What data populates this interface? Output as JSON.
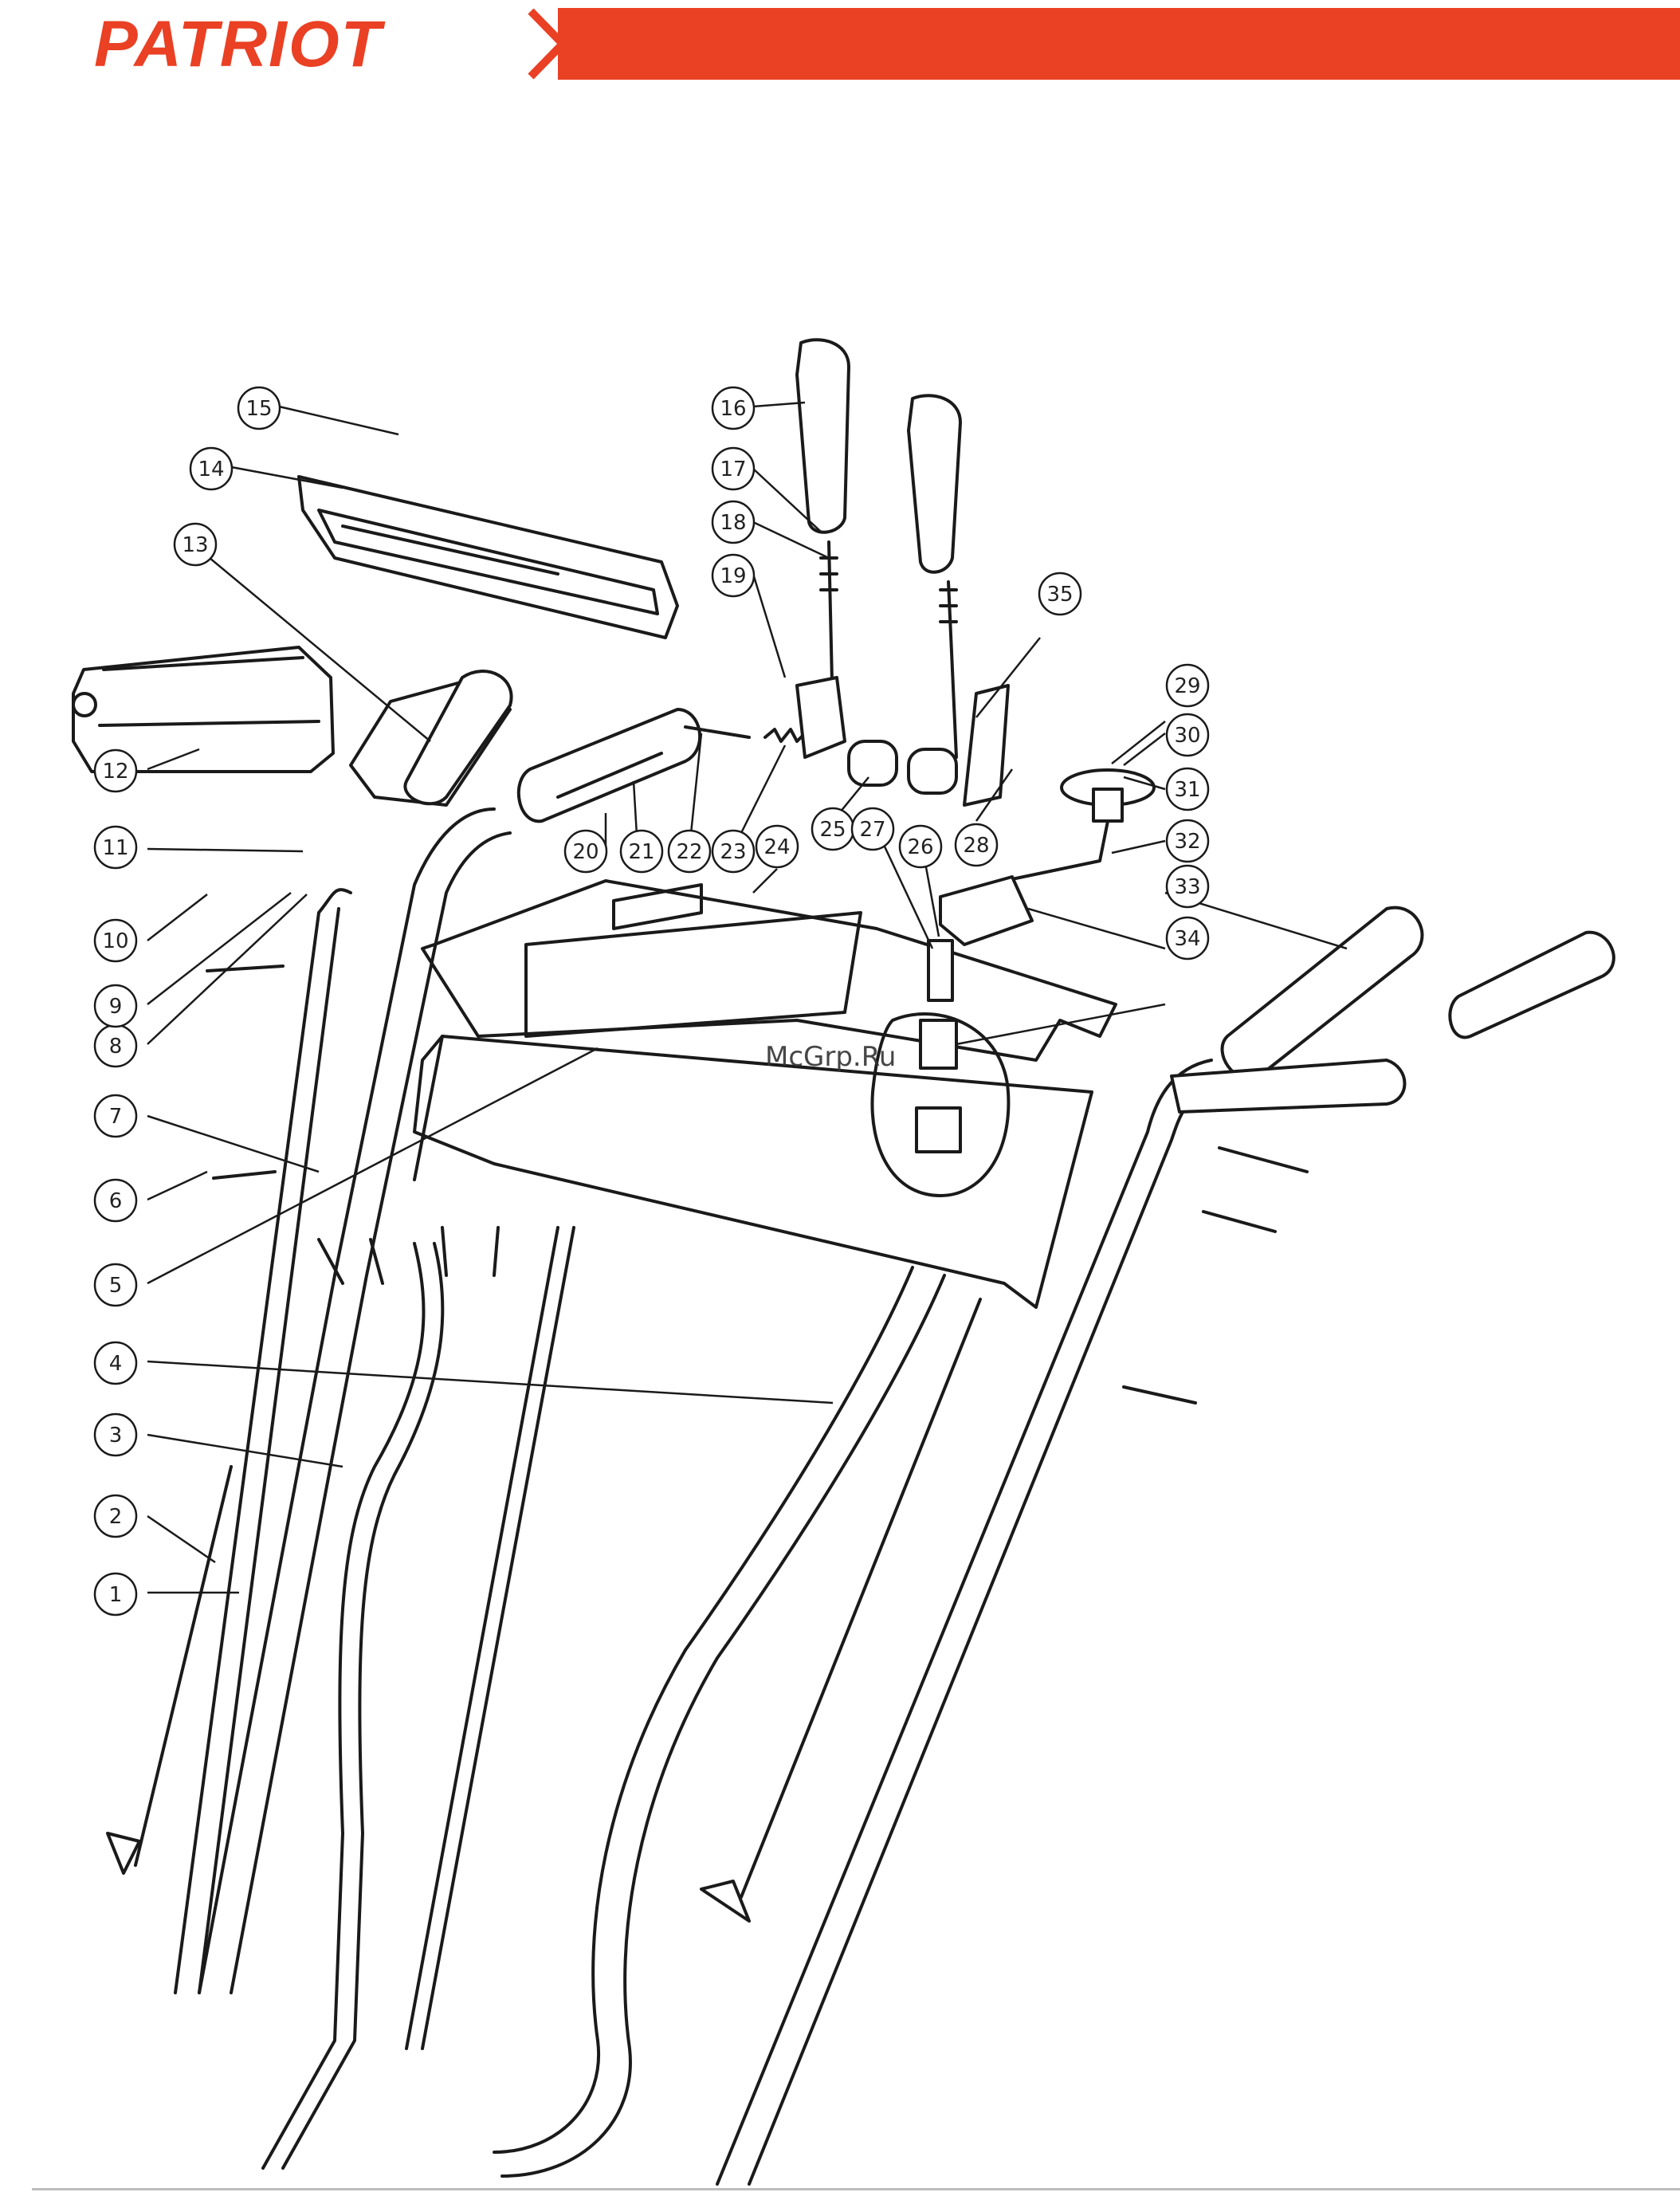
{
  "header": {
    "brand": "PATRIOT",
    "accent_color": "#ea4024",
    "chevron_icon": "chevron-right-icon"
  },
  "watermark": "McGrp.Ru",
  "callouts": [
    "1",
    "2",
    "3",
    "4",
    "5",
    "6",
    "7",
    "8",
    "9",
    "10",
    "11",
    "12",
    "13",
    "14",
    "15",
    "16",
    "17",
    "18",
    "19",
    "20",
    "21",
    "22",
    "23",
    "24",
    "25",
    "26",
    "27",
    "28",
    "29",
    "30",
    "31",
    "32",
    "33",
    "34",
    "35"
  ]
}
